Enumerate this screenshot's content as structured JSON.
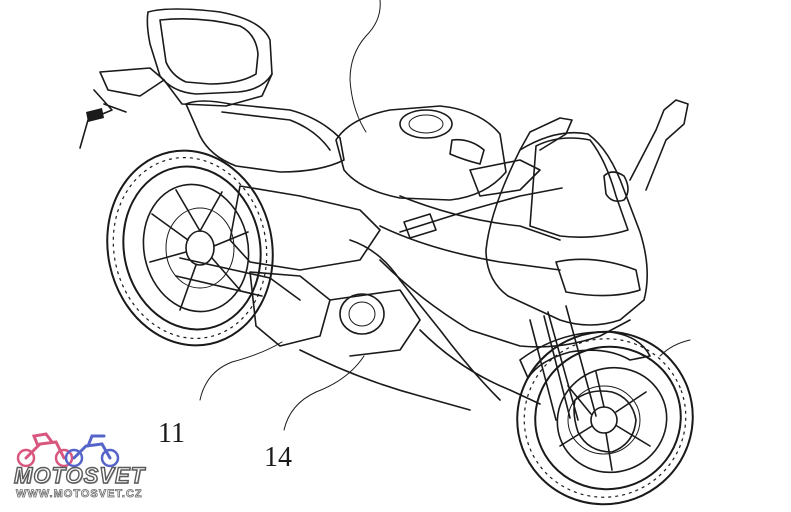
{
  "callouts": {
    "ref_11": "11",
    "ref_14": "14"
  },
  "watermark": {
    "name": "MOTOSVET",
    "url": "WWW.MOTOSVET.CZ",
    "colors": {
      "rider_pink": "#d9577f",
      "bike_blue": "#5564c8"
    }
  }
}
